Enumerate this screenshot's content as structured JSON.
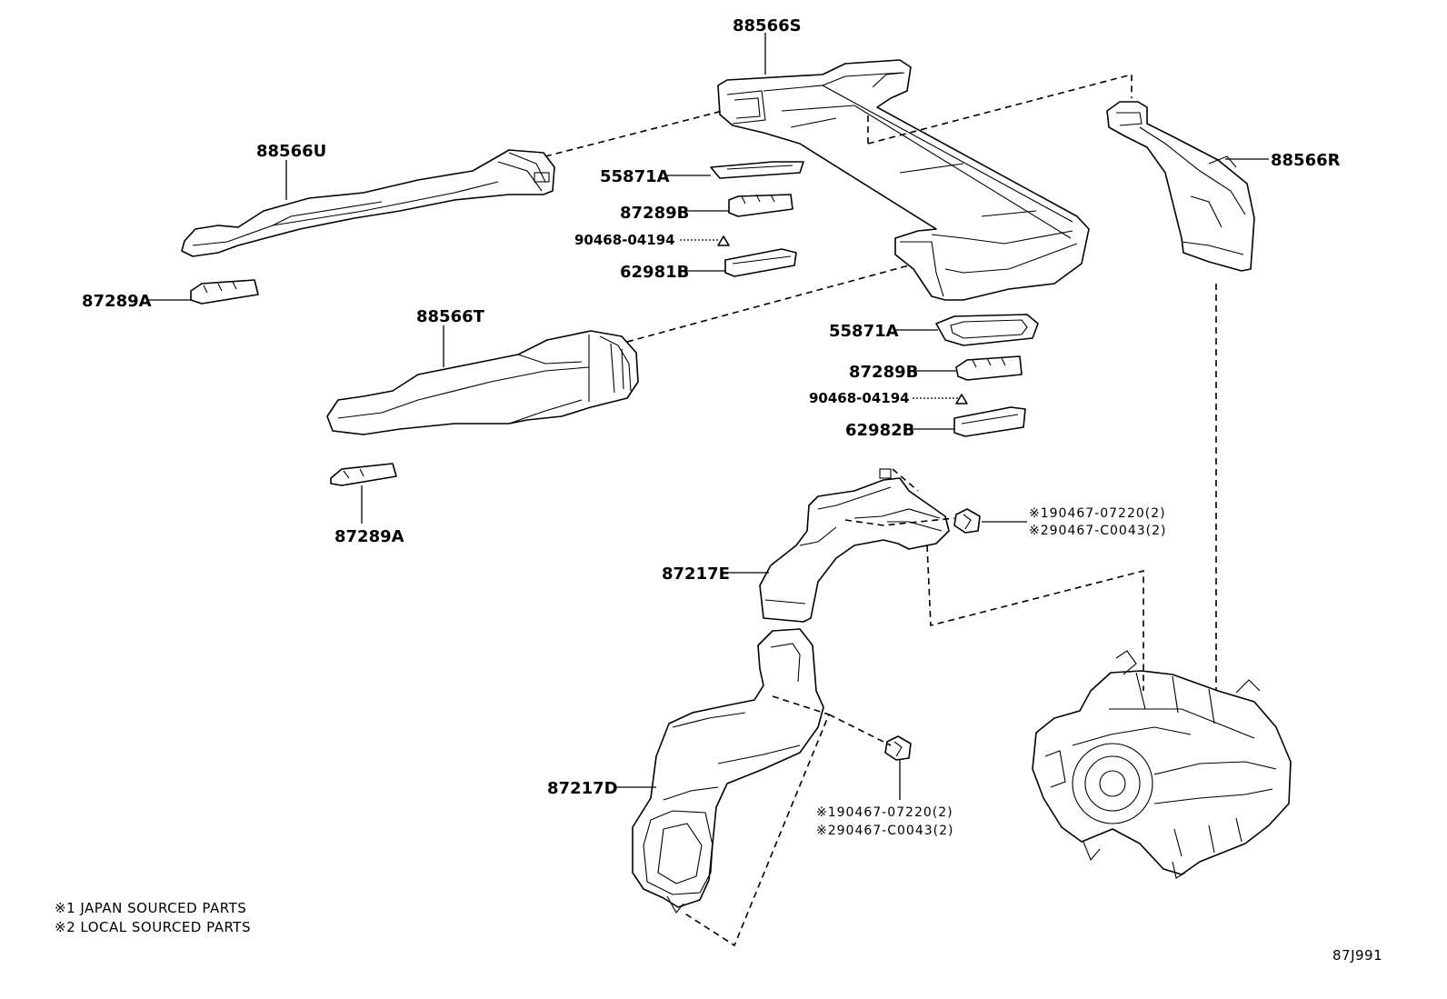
{
  "labels": {
    "p88566S": "88566S",
    "p88566U": "88566U",
    "p88566R": "88566R",
    "p88566T": "88566T",
    "p55871A_top": "55871A",
    "p87289B_top": "87289B",
    "p90468_top": "90468-04194",
    "p62981B": "62981B",
    "p87289A_left": "87289A",
    "p55871A_mid": "55871A",
    "p87289B_mid": "87289B",
    "p90468_mid": "90468-04194",
    "p62982B": "62982B",
    "p87289A_bottom": "87289A",
    "p87217E": "87217E",
    "p87217D": "87217D",
    "screw_top_1": "※190467-07220(2)",
    "screw_top_2": "※290467-C0043(2)",
    "screw_bot_1": "※190467-07220(2)",
    "screw_bot_2": "※290467-C0043(2)"
  },
  "notes": {
    "note1": "※1 JAPAN SOURCED PARTS",
    "note2": "※2 LOCAL SOURCED PARTS"
  },
  "diagram_code": "87J991"
}
